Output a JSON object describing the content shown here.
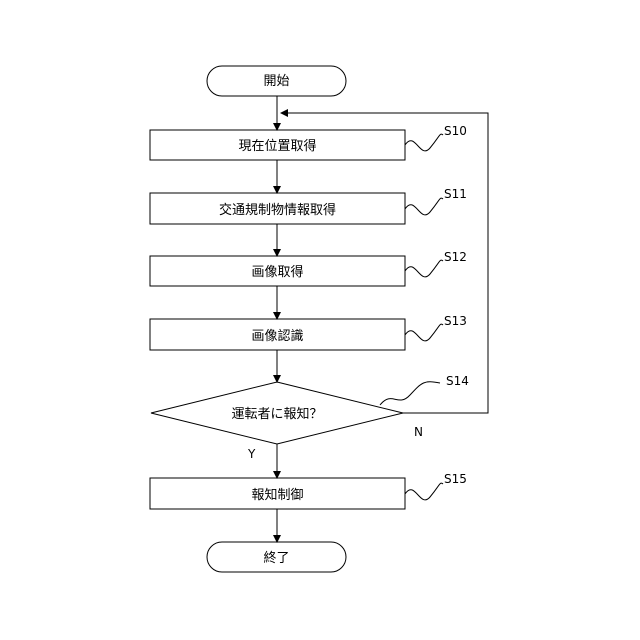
{
  "flowchart": {
    "start": "開始",
    "end": "終了",
    "steps": [
      {
        "id": "S10",
        "label": "現在位置取得"
      },
      {
        "id": "S11",
        "label": "交通規制物情報取得"
      },
      {
        "id": "S12",
        "label": "画像取得"
      },
      {
        "id": "S13",
        "label": "画像認識"
      },
      {
        "id": "S15",
        "label": "報知制御"
      }
    ],
    "decision": {
      "id": "S14",
      "label": "運転者に報知？",
      "yes": "Y",
      "no": "N"
    }
  }
}
